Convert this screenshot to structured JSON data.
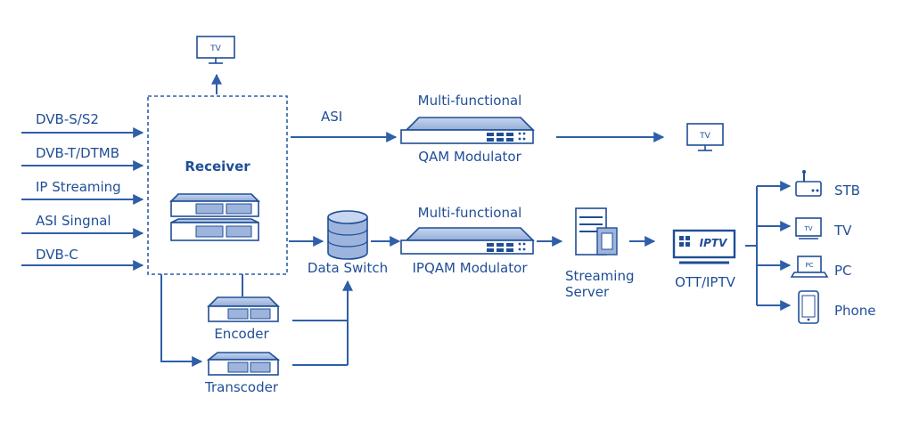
{
  "inputs": [
    "DVB-S/S2",
    "DVB-T/DTMB",
    "IP  Streaming",
    "ASI Singnal",
    "DVB-C"
  ],
  "receiver": {
    "label": "Receiver"
  },
  "tv_top": {
    "label": "TV"
  },
  "asi": {
    "label": "ASI"
  },
  "qam": {
    "title": "Multi-functional",
    "label": "QAM  Modulator"
  },
  "tv_qam": {
    "label": "TV"
  },
  "data_switch": {
    "label": "Data Switch"
  },
  "ipqam": {
    "title": "Multi-functional",
    "label": "IPQAM  Modulator"
  },
  "streaming_server": {
    "line1": "Streaming",
    "line2": "Server"
  },
  "ott": {
    "badge": "IPTV",
    "label": "OTT/IPTV"
  },
  "encoder": {
    "label": "Encoder"
  },
  "transcoder": {
    "label": "Transcoder"
  },
  "outputs": {
    "stb": "STB",
    "tv": "TV",
    "tv_icon": "TV",
    "pc": "PC",
    "pc_icon": "PC",
    "phone": "Phone"
  },
  "colors": {
    "primary": "#1f4e96",
    "device_fill": "#9db4dc",
    "line": "#2f5fa8"
  }
}
